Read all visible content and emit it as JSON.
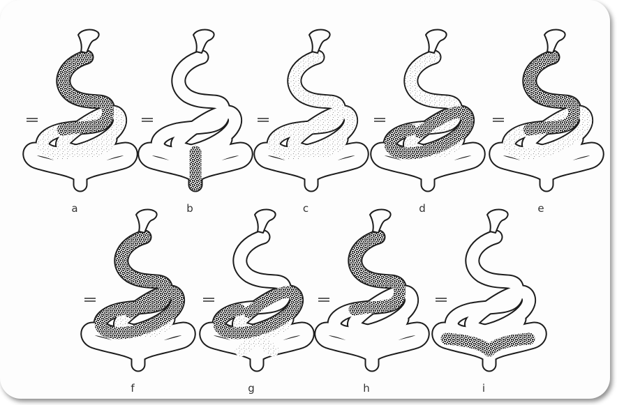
{
  "figure": {
    "panels": [
      {
        "id": "a",
        "label": "a",
        "dark": [
          "upper"
        ],
        "light": [
          "middle",
          "lower"
        ]
      },
      {
        "id": "b",
        "label": "b",
        "dark": [
          "stem"
        ],
        "light": []
      },
      {
        "id": "c",
        "label": "c",
        "dark": [],
        "light": [
          "upper",
          "middle",
          "lower"
        ]
      },
      {
        "id": "d",
        "label": "d",
        "dark": [
          "middle"
        ],
        "light": [
          "upper",
          "lower"
        ]
      },
      {
        "id": "e",
        "label": "e",
        "dark": [
          "upper"
        ],
        "light": [
          "middle"
        ]
      },
      {
        "id": "f",
        "label": "f",
        "dark": [
          "upper",
          "middle"
        ],
        "light": [
          "lower"
        ]
      },
      {
        "id": "g",
        "label": "g",
        "dark": [
          "middle"
        ],
        "light": [
          "lower",
          "base"
        ]
      },
      {
        "id": "h",
        "label": "h",
        "dark": [
          "upper"
        ],
        "light": []
      },
      {
        "id": "i",
        "label": "i",
        "dark": [
          "branches"
        ],
        "light": []
      }
    ]
  },
  "colors": {
    "ink": "#1c1c1c",
    "paper": "#fdfdfd",
    "stipple_dark": "#2a2a2a",
    "stipple_light": "#9a9a9a"
  }
}
